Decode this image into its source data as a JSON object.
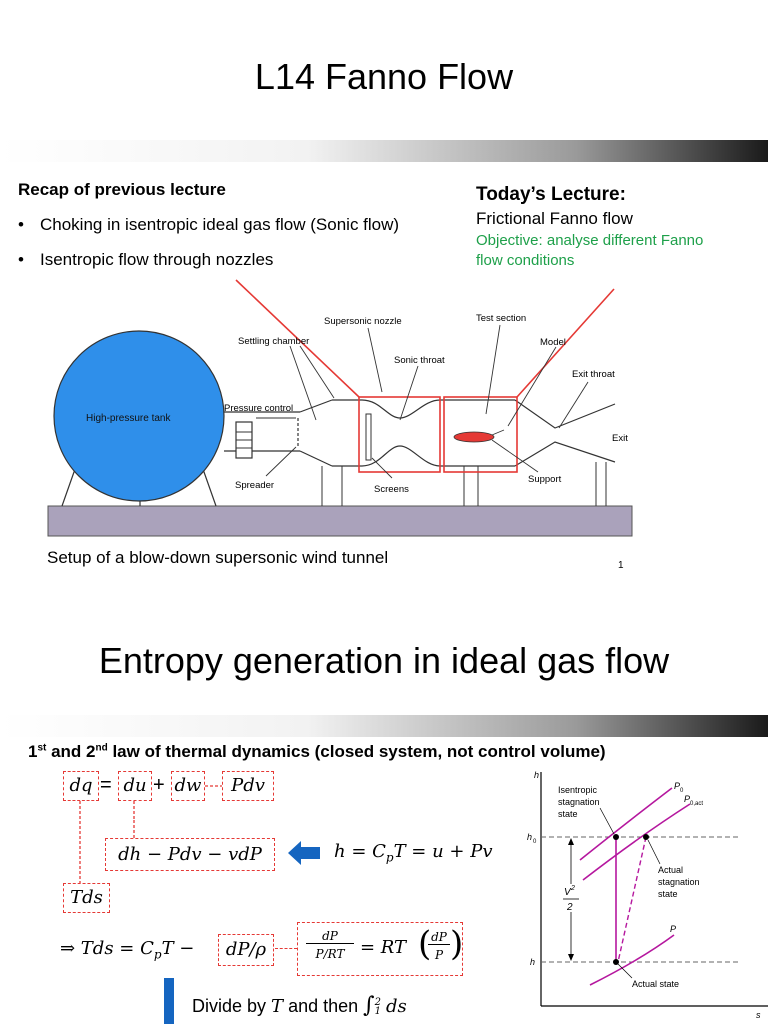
{
  "slide1": {
    "title": "L14 Fanno Flow",
    "recap": {
      "heading": "Recap of previous lecture",
      "bullets": [
        "Choking in isentropic ideal gas flow (Sonic flow)",
        "Isentropic flow through nozzles"
      ]
    },
    "today": {
      "heading": "Today’s Lecture:",
      "topic": "Frictional Fanno flow",
      "objective_line1": "Objective: analyse different Fanno",
      "objective_line2": "flow conditions"
    },
    "diagram": {
      "tank": "High-pressure tank",
      "pressure_control": "Pressure control",
      "settling_chamber": "Settling chamber",
      "supersonic_nozzle": "Supersonic nozzle",
      "sonic_throat": "Sonic throat",
      "test_section": "Test section",
      "model": "Model",
      "exit_throat": "Exit throat",
      "exit": "Exit",
      "spreader": "Spreader",
      "screens": "Screens",
      "support": "Support"
    },
    "caption": "Setup of a blow-down supersonic wind tunnel",
    "page_number": "1"
  },
  "slide2": {
    "title": "Entropy generation in ideal gas flow",
    "law_heading_pre": "1",
    "law_sup1": "st",
    "law_mid": " and 2",
    "law_sup2": "nd",
    "law_post": " law of thermal dynamics (closed system, not control volume)",
    "eq": {
      "dq": "dq",
      "eq1": "=",
      "du": "du",
      "plus": "+",
      "dw": "dw",
      "pdv": "Pdv",
      "dh_line": "dh − Pdv − vdP",
      "tds": "Tds",
      "enthalpy": "h = C",
      "enthalpy_sub": "p",
      "enthalpy_rest": "T = u + Pv",
      "implies": "⇒ Tds = C",
      "implies_sub": "p",
      "implies_rest": "T −",
      "dp_rho": "dP/ρ",
      "frac_num": "dP",
      "frac_den": "P/RT",
      "rt": "= RT",
      "paren_num": "dP",
      "paren_den": "P"
    },
    "divide_text": "Divide by",
    "divide_T": "T",
    "divide_rest": "and then",
    "integral": "∫",
    "int_upper": "2",
    "int_lower": "1",
    "ds": "ds",
    "hs_diagram": {
      "h_axis": "h",
      "s_axis": "s",
      "isentropic_1": "Isentropic",
      "isentropic_2": "stagnation",
      "isentropic_3": "state",
      "p0": "P",
      "p0_sub": "0",
      "p0act_sub": "0,act",
      "actual_1": "Actual",
      "actual_2": "stagnation",
      "actual_3": "state",
      "p": "P",
      "h0": "h",
      "h0_sub": "0",
      "h": "h",
      "v2": "V",
      "v2_sup": "2",
      "two": "2",
      "actual_state": "Actual state"
    }
  },
  "colors": {
    "red": "#e53935",
    "green": "#1ea04a",
    "blue": "#1565c0",
    "tank": "#2f8fea",
    "base": "#aaa2bb"
  }
}
